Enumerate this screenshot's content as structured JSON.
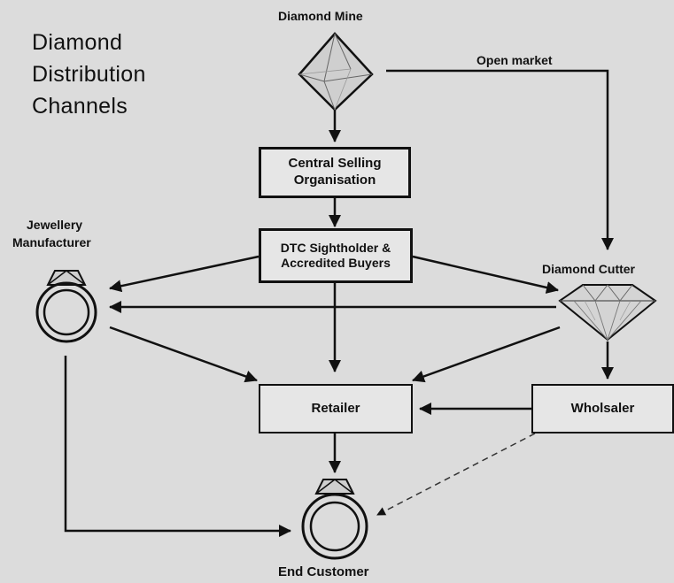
{
  "title": {
    "line1": "Diamond",
    "line2": "Distribution",
    "line3": "Channels"
  },
  "nodes": {
    "mine": "Diamond Mine",
    "csa_line1": "Central Selling",
    "csa_line2": "Organisation",
    "dtc_line1": "DTC Sightholder &",
    "dtc_line2": "Accredited Buyers",
    "jeweller_line1": "Jewellery",
    "jeweller_line2": "Manufacturer",
    "cutter": "Diamond Cutter",
    "retailer": "Retailer",
    "wholesaler": "Wholsaler",
    "customer": "End Customer"
  },
  "edges": {
    "open_market": "Open market"
  },
  "colors": {
    "background": "#dcdcdc",
    "stroke": "#111111",
    "box_fill": "#e6e6e6",
    "icon_fill": "#cfcfcf"
  }
}
